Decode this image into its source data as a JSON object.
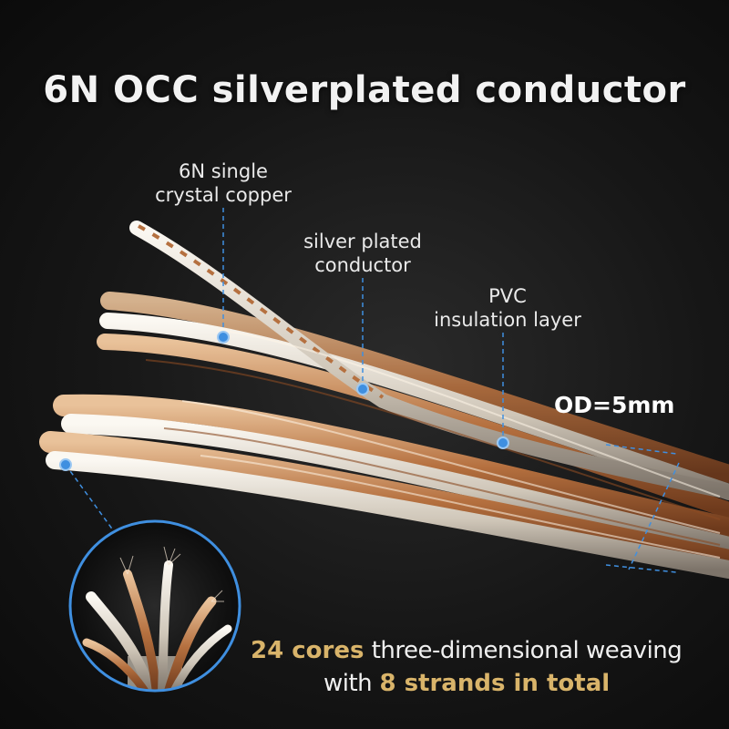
{
  "headline": "6N OCC silverplated conductor",
  "callouts": {
    "copper": {
      "line1": "6N single",
      "line2": "crystal copper"
    },
    "silver": {
      "line1": "silver plated",
      "line2": "conductor"
    },
    "pvc": {
      "line1": "PVC",
      "line2": "insulation layer"
    }
  },
  "od_label": "OD=5mm",
  "caption": {
    "line1_highlight": "24 cores",
    "line1_text": "three-dimensional weaving",
    "line2_text": "with",
    "line2_highlight": "8 strands in total"
  },
  "colors": {
    "background": "#111111",
    "callout_dot": "#3f8fe0",
    "highlight_gold": "#d9b46a",
    "copper_wire": "#b5703f",
    "silver_wire": "#e3ddd2"
  }
}
